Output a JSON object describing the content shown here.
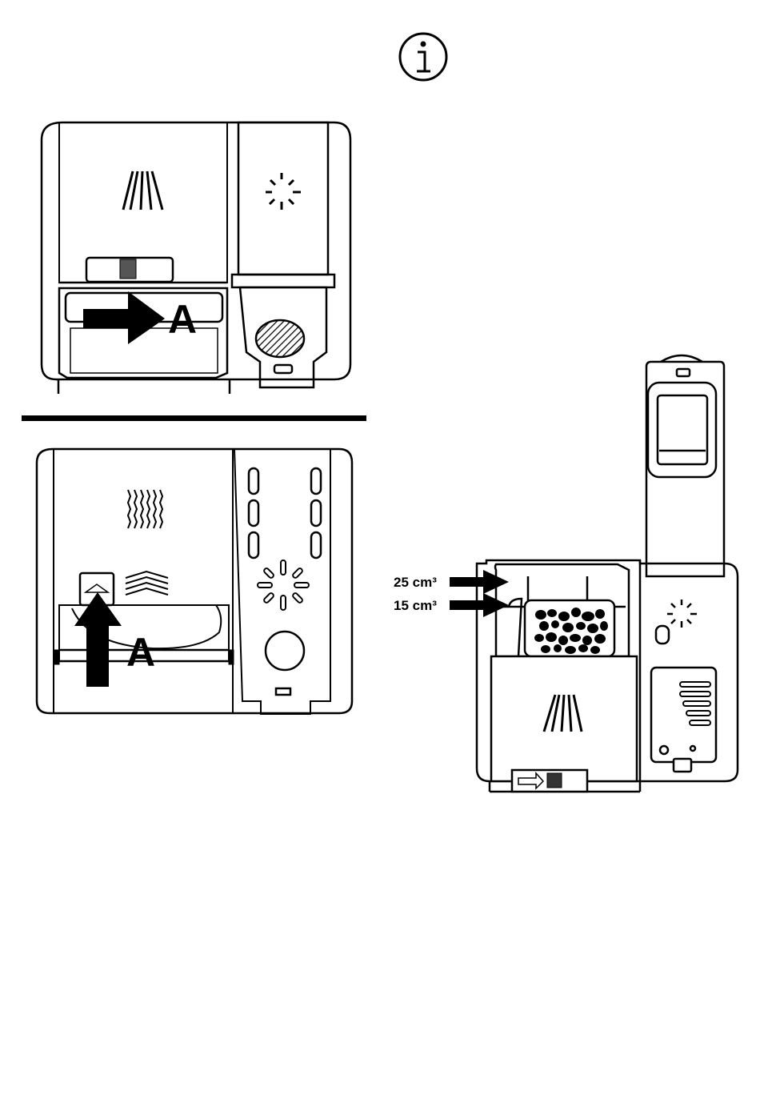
{
  "info_icon": {
    "name": "info-icon",
    "glyph": "i"
  },
  "figure_top_left": {
    "callout_letter": "A",
    "icons": [
      "detergent-spray-icon",
      "rinse-aid-sparkle-icon"
    ]
  },
  "figure_bottom_left": {
    "callout_letter": "A",
    "icons": [
      "detergent-spray-icon",
      "open-lid-chevron-icon",
      "rinse-aid-sparkle-icon"
    ]
  },
  "figure_right": {
    "dose_labels": [
      {
        "value": "25",
        "unit": "cm³",
        "text": "25 cm³"
      },
      {
        "value": "15",
        "unit": "cm³",
        "text": "15 cm³"
      }
    ],
    "icons": [
      "detergent-spray-icon",
      "rinse-aid-sparkle-icon",
      "slide-arrow-icon"
    ]
  },
  "colors": {
    "ink": "#000000",
    "paper": "#ffffff",
    "shade": "#f2f2f2"
  }
}
